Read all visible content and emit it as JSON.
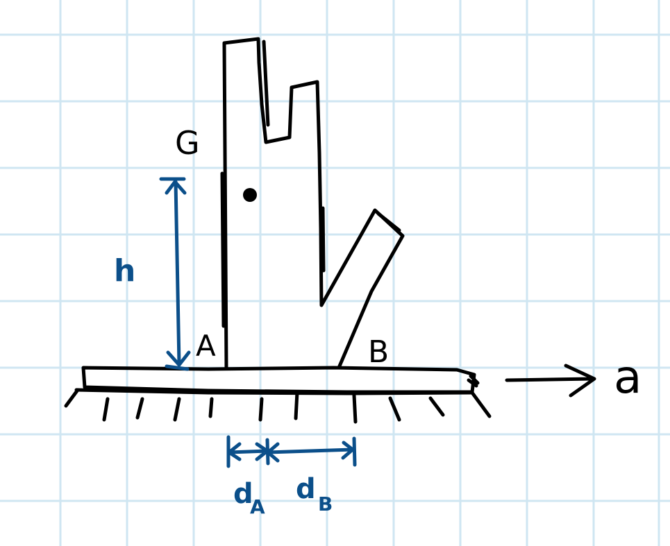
{
  "labels": {
    "center_of_mass": "G",
    "height": "h",
    "point_a": "A",
    "point_b": "B",
    "acceleration": "a",
    "distance_a": "d",
    "distance_a_sub": "A",
    "distance_b": "d",
    "distance_b_sub": "B"
  },
  "colors": {
    "ink": "#000000",
    "annotation": "#0b4f8a",
    "grid": "#cfe6f2",
    "background": "#ffffff"
  }
}
